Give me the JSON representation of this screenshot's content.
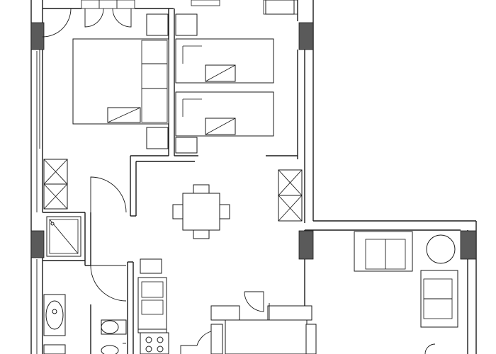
{
  "plan": {
    "background": "#ffffff",
    "line_color": "#1a1a1a",
    "pillar_color": "#5a5a5a",
    "rooms": [
      "master-bedroom",
      "twin-bedroom",
      "living-room",
      "bathroom",
      "kitchen",
      "balcony"
    ],
    "icons": [
      "double-bed-icon",
      "single-bed-icon",
      "dining-table-icon",
      "closet-icon",
      "toilet-icon",
      "shower-icon",
      "sink-icon",
      "stove-icon",
      "sofa-icon",
      "armchair-icon",
      "round-table-icon",
      "door-swing-icon"
    ]
  }
}
